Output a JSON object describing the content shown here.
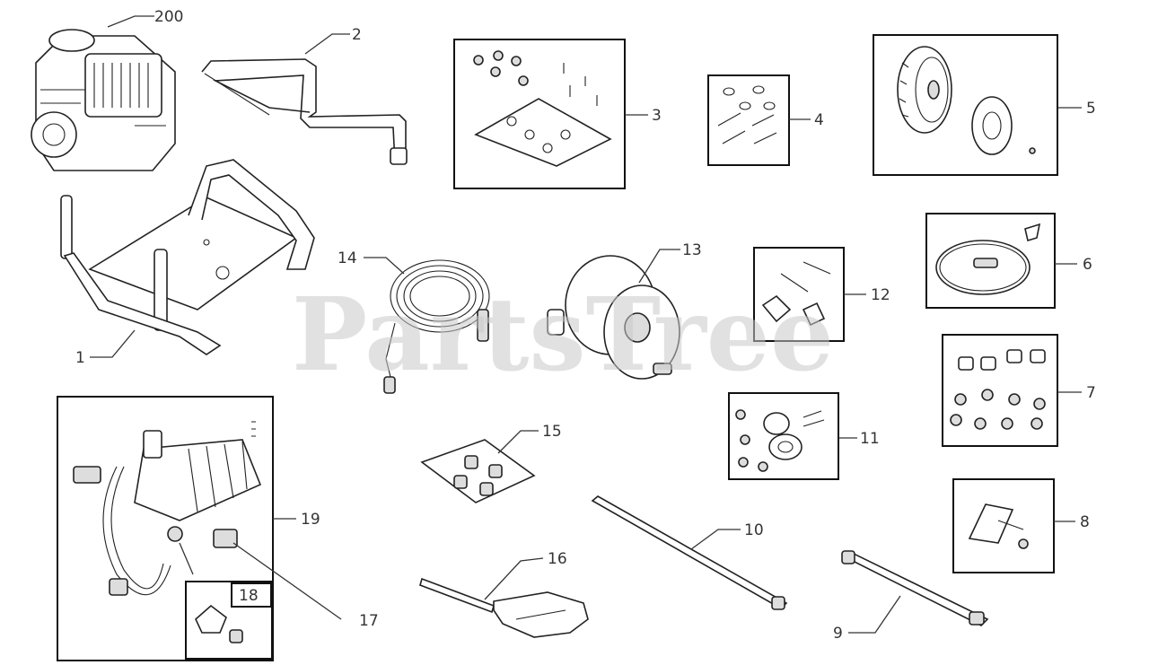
{
  "watermark": "PartsTree",
  "callouts": {
    "c1": "1",
    "c2": "2",
    "c3": "3",
    "c4": "4",
    "c5": "5",
    "c6": "6",
    "c7": "7",
    "c8": "8",
    "c9": "9",
    "c10": "10",
    "c11": "11",
    "c12": "12",
    "c13": "13",
    "c14": "14",
    "c15": "15",
    "c16": "16",
    "c17": "17",
    "c18": "18",
    "c19": "19",
    "c200": "200"
  }
}
